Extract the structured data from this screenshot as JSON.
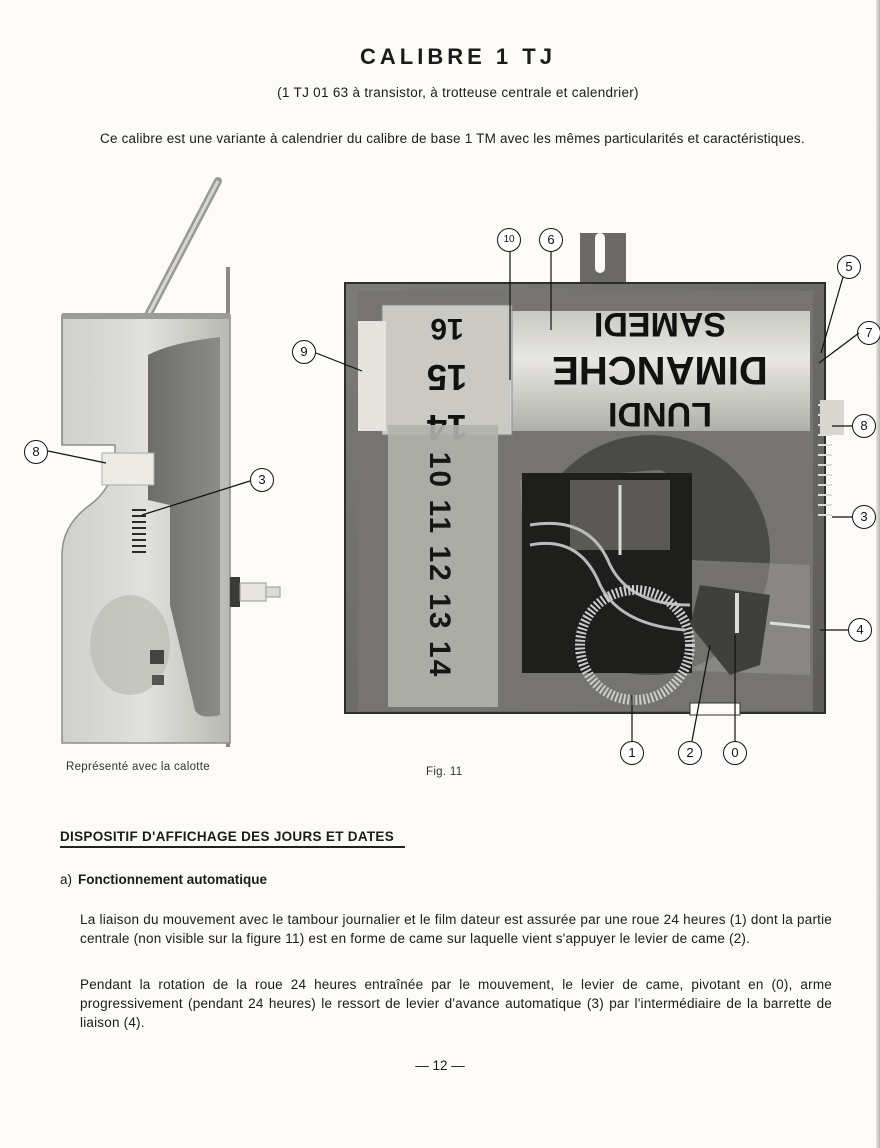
{
  "header": {
    "title": "CALIBRE 1 TJ",
    "subtitle": "(1 TJ 01 63 à transistor, à trotteuse centrale et calendrier)"
  },
  "intro": "Ce calibre est une variante à calendrier du calibre de base 1 TM avec les mêmes particularités et caractéristiques.",
  "figures": {
    "side_view": {
      "caption": "Représenté avec la calotte",
      "callouts": [
        "8",
        "3"
      ]
    },
    "main_view": {
      "caption": "Fig. 11",
      "callouts": [
        "10",
        "6",
        "5",
        "7",
        "9",
        "8",
        "3",
        "4",
        "1",
        "2",
        "0"
      ],
      "day_drum_text": [
        "SAMEDI",
        "DIMANCHE",
        "LUNDI"
      ],
      "date_film_numbers": [
        "16",
        "15",
        "14"
      ]
    }
  },
  "section": {
    "heading": "DISPOSITIF D'AFFICHAGE DES JOURS ET DATES",
    "subsection_marker": "a)",
    "subsection_title": "Fonctionnement automatique",
    "paragraphs": [
      "La liaison du mouvement avec le tambour journalier et le film dateur est assurée par une roue 24 heures (1) dont la partie centrale (non visible sur la figure 11) est en forme de came sur laquelle vient s'appuyer le levier de came (2).",
      "Pendant la rotation de la roue 24 heures entraînée par le mouvement, le levier de came, pivotant en (0), arme progressivement (pendant 24 heures) le ressort de levier d'avance automatique (3) par l'intermédiaire de la barrette de liaison (4)."
    ]
  },
  "footer": {
    "page_number": "— 12 —"
  }
}
